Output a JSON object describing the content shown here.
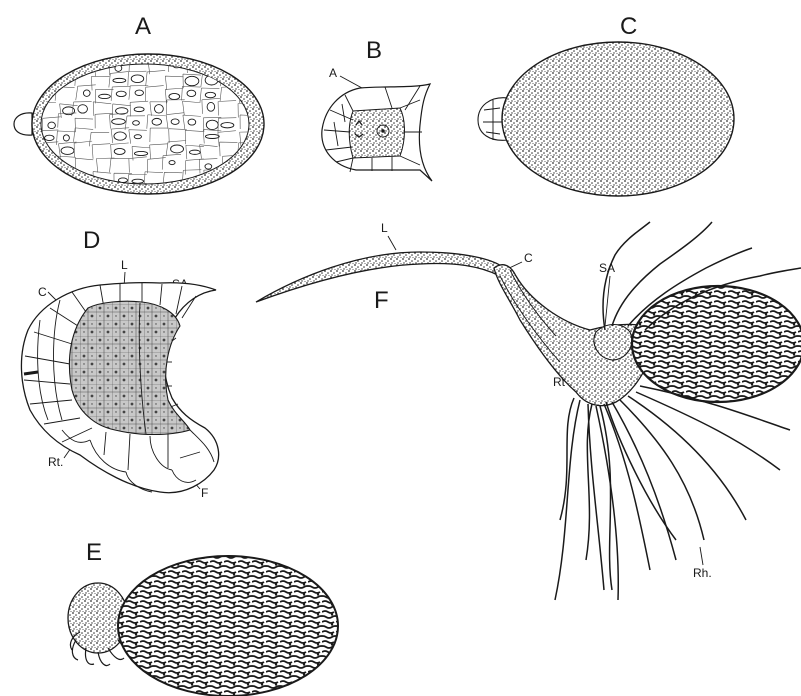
{
  "figure": {
    "panels": {
      "a": {
        "letter": "A"
      },
      "b": {
        "letter": "B",
        "labels": {
          "apical": "A"
        }
      },
      "c": {
        "letter": "C"
      },
      "d": {
        "letter": "D",
        "labels": {
          "c": "C",
          "l": "L",
          "sa": "SA",
          "rt": "Rt.",
          "f": "F"
        }
      },
      "e": {
        "letter": "E"
      },
      "f": {
        "letter": "F",
        "labels": {
          "l": "L",
          "c": "C",
          "sa": "SA",
          "rt": "Rt",
          "rh": "Rh."
        }
      }
    },
    "colors": {
      "ink": "#1a1a1a",
      "background": "#ffffff",
      "stipple": "#2a2a2a",
      "dark_fill": "#3a3a3a"
    }
  }
}
